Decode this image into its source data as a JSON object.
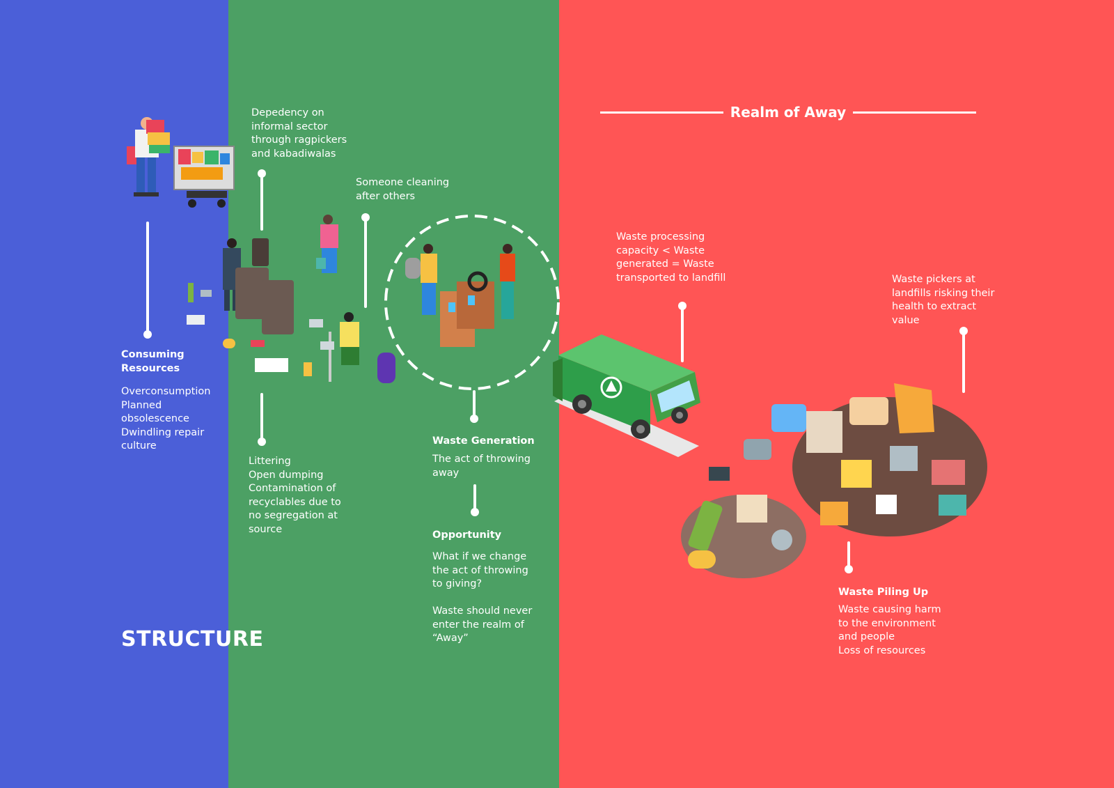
{
  "colors": {
    "blue_panel": "#4B5FD8",
    "green_panel": "#4CA064",
    "red_panel": "#FF5555",
    "text": "#FFFFFF"
  },
  "structure_title": "STRUCTURE",
  "realm_heading": "Realm of Away",
  "annotations": {
    "consuming": {
      "title": "Consuming Resources",
      "body": "Overconsumption\nPlanned obsolescence\nDwindling repair culture"
    },
    "dependency": {
      "body": "Depedency on informal sector through ragpickers and kabadiwalas"
    },
    "cleaning": {
      "body": "Someone cleaning after others"
    },
    "littering": {
      "body": "Littering\nOpen dumping\nContamination of recyclables due to no segregation at source"
    },
    "generation": {
      "title": "Waste Generation",
      "body": "The act of throwing away"
    },
    "opportunity": {
      "title": "Opportunity",
      "body": "What if we change the act of throwing to giving?",
      "body2": "Waste should never enter the realm of “Away”"
    },
    "processing": {
      "body": "Waste processing capacity < Waste generated = Waste transported to landfill"
    },
    "pickers": {
      "body": "Waste pickers at landfills risking their health to extract value"
    },
    "piling": {
      "title": "Waste Piling Up",
      "body": "Waste causing harm to the environment and people\nLoss of resources"
    }
  },
  "illustrations": [
    "shopper-with-cart-icon",
    "bin-and-people-icon",
    "segregation-circle-icon",
    "garbage-truck-icon",
    "waste-pile-icon"
  ]
}
